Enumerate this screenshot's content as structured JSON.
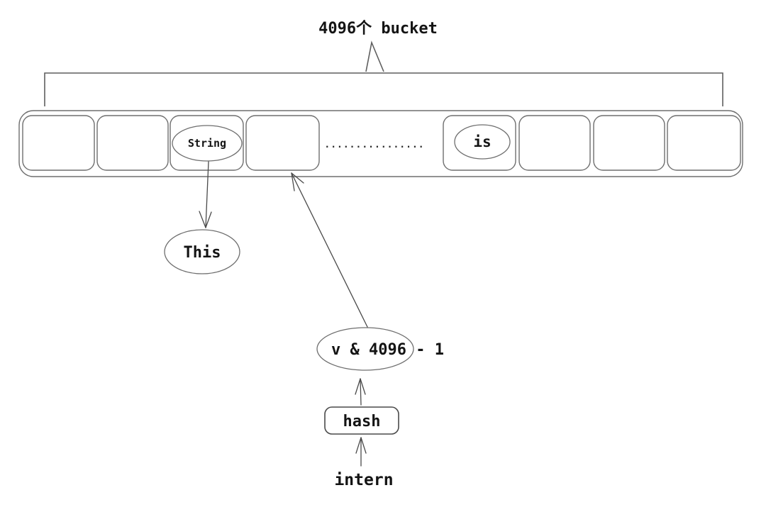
{
  "title": "4096个 bucket",
  "array": {
    "ellipsis": "................",
    "cells": [
      {
        "label": ""
      },
      {
        "label": ""
      },
      {
        "label": "String"
      },
      {
        "label": ""
      },
      {
        "label": "is"
      },
      {
        "label": ""
      },
      {
        "label": ""
      },
      {
        "label": ""
      }
    ]
  },
  "nodes": {
    "this": "This",
    "expression": "v & 4096 - 1",
    "hash": "hash",
    "intern": "intern"
  },
  "colors": {
    "shape_stroke": "#6e6e6e",
    "arrow_stroke": "#4a4a4a",
    "text": "#141414",
    "background": "#ffffff"
  }
}
